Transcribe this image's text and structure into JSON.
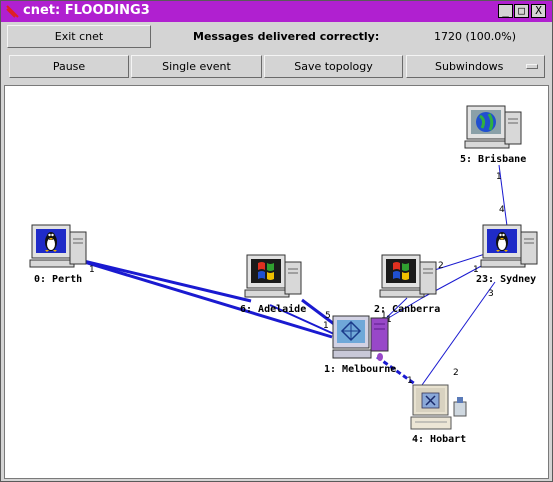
{
  "window": {
    "title": "cnet: FLOODING3",
    "minimize": "_",
    "maximize": "□",
    "close": "X"
  },
  "toolbar": {
    "exit_label": "Exit cnet",
    "messages_label": "Messages delivered correctly:",
    "messages_value": "1720 (100.0%)",
    "pause_label": "Pause",
    "single_event_label": "Single event",
    "save_topology_label": "Save topology",
    "subwindows_label": "Subwindows"
  },
  "network": {
    "nodes": {
      "perth": "0: Perth",
      "melbourne": "1: Melbourne",
      "canberra": "2: Canberra",
      "hobart": "4: Hobart",
      "brisbane": "5: Brisbane",
      "adelaide": "6: Adelaide",
      "sydney": "23: Sydney"
    },
    "link_numbers": {
      "perth_melb": "1",
      "adel_melb": "5",
      "melb_adel": "1",
      "melb_canb": "1",
      "canb_melb": "1",
      "canb_syd": "2",
      "syd_canb": "1",
      "syd_bris": "4",
      "bris_syd": "1",
      "syd_hob": "3",
      "hob_syd": "2",
      "hob_melb": "1"
    }
  }
}
